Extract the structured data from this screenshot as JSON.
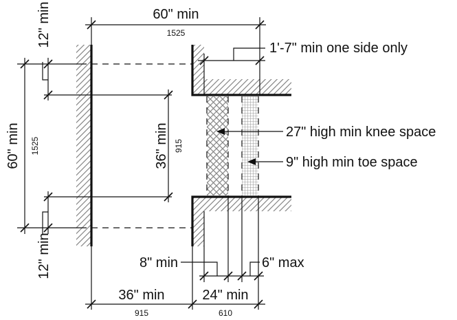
{
  "labels": {
    "top_width_in": "60\" min",
    "top_width_mm": "1525",
    "left_height_in": "60\" min",
    "left_height_mm": "1525",
    "top_left_12": "12\" min",
    "bottom_left_12": "12\" min",
    "inner_36_in": "36\" min",
    "inner_36_mm": "915",
    "one_side": "1'-7\" min one side only",
    "knee_space": "27\" high min knee space",
    "toe_space": "9\" high min toe space",
    "eight_min": "8\" min",
    "six_max": "6\" max",
    "bottom_36_in": "36\" min",
    "bottom_36_mm": "915",
    "bottom_24_in": "24\" min",
    "bottom_24_mm": "610"
  }
}
